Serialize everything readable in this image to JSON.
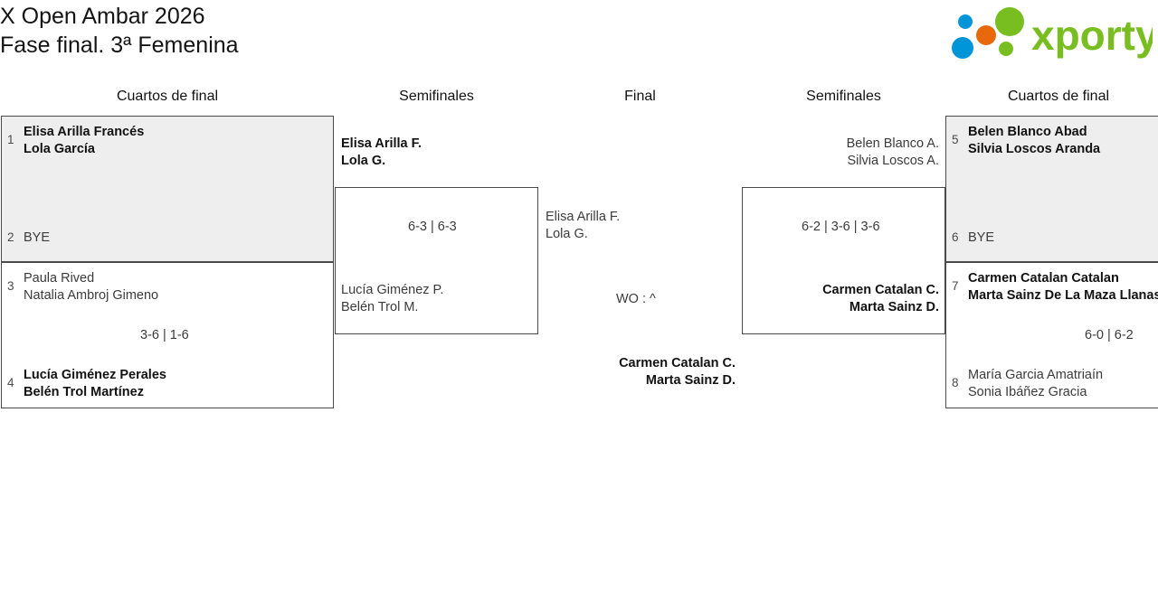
{
  "header": {
    "title_line1": "X Open Ambar 2026",
    "title_line2": "Fase final. 3ª Femenina",
    "logo_text": "xporty",
    "logo_colors": {
      "green": "#78be20",
      "orange": "#e8690b",
      "blue": "#0095d9"
    }
  },
  "columns": {
    "left_quarters": "Cuartos de final",
    "left_semis": "Semifinales",
    "final": "Final",
    "right_semis": "Semifinales",
    "right_quarters": "Cuartos de final"
  },
  "bracket": {
    "left_quarters": [
      {
        "seed": "1",
        "player1": "Elisa Arilla Francés",
        "player2": "Lola García",
        "winner": true
      },
      {
        "seed": "2",
        "player1": "BYE",
        "player2": "",
        "winner": false
      },
      {
        "seed": "3",
        "player1": "Paula Rived",
        "player2": "Natalia Ambroj Gimeno",
        "winner": false
      },
      {
        "seed": "4",
        "player1": "Lucía Giménez Perales",
        "player2": "Belén Trol Martínez",
        "winner": true
      }
    ],
    "left_quarter_scores": {
      "match_1_2": "",
      "match_3_4": "3-6 | 1-6"
    },
    "left_semis": [
      {
        "player1": "Elisa Arilla F.",
        "player2": "Lola G.",
        "winner": true
      },
      {
        "player1": "Lucía Giménez P.",
        "player2": "Belén Trol M.",
        "winner": false
      }
    ],
    "left_semi_score": "6-3 | 6-3",
    "final": [
      {
        "player1": "Elisa Arilla F.",
        "player2": "Lola G.",
        "winner": false
      },
      {
        "player1": "Carmen Catalan C.",
        "player2": "Marta Sainz D.",
        "winner": true
      }
    ],
    "final_score": "WO : ^",
    "right_semis": [
      {
        "player1": "Belen Blanco A.",
        "player2": "Silvia Loscos A.",
        "winner": false
      },
      {
        "player1": "Carmen Catalan C.",
        "player2": "Marta Sainz D.",
        "winner": true
      }
    ],
    "right_semi_score": "6-2 | 3-6 | 3-6",
    "right_quarters": [
      {
        "seed": "5",
        "player1": "Belen Blanco Abad",
        "player2": "Silvia Loscos Aranda",
        "winner": true
      },
      {
        "seed": "6",
        "player1": "BYE",
        "player2": "",
        "winner": false
      },
      {
        "seed": "7",
        "player1": "Carmen Catalan Catalan",
        "player2": "Marta Sainz De La Maza Llanas",
        "winner": true
      },
      {
        "seed": "8",
        "player1": "María Garcia Amatriaín",
        "player2": "Sonia Ibáñez Gracia",
        "winner": false
      }
    ],
    "right_quarter_scores": {
      "match_5_6": "",
      "match_7_8": "6-0 | 6-2"
    }
  }
}
